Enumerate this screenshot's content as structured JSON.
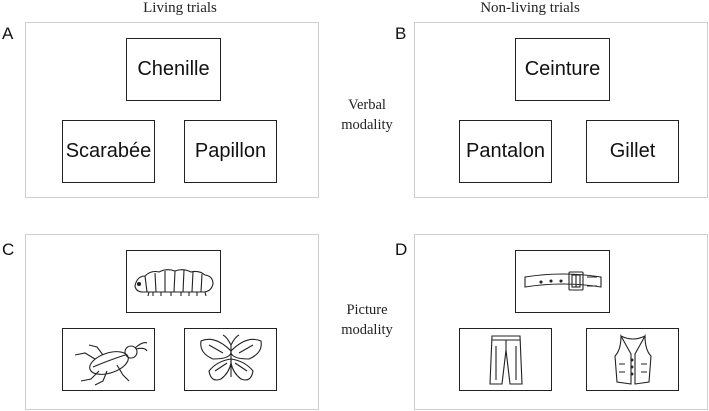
{
  "headings": {
    "left": "Living trials",
    "right": "Non-living trials"
  },
  "panels": {
    "A": {
      "letter": "A",
      "words": [
        "Chenille",
        "Scarabée",
        "Papillon"
      ]
    },
    "B": {
      "letter": "B",
      "words": [
        "Ceinture",
        "Pantalon",
        "Gillet"
      ]
    },
    "C": {
      "letter": "C",
      "pictures": [
        "caterpillar-drawing",
        "beetle-drawing",
        "butterfly-drawing"
      ]
    },
    "D": {
      "letter": "D",
      "pictures": [
        "belt-drawing",
        "trousers-drawing",
        "vest-drawing"
      ]
    }
  },
  "modalities": {
    "verbal": [
      "Verbal",
      "modality"
    ],
    "picture": [
      "Picture",
      "modality"
    ]
  }
}
